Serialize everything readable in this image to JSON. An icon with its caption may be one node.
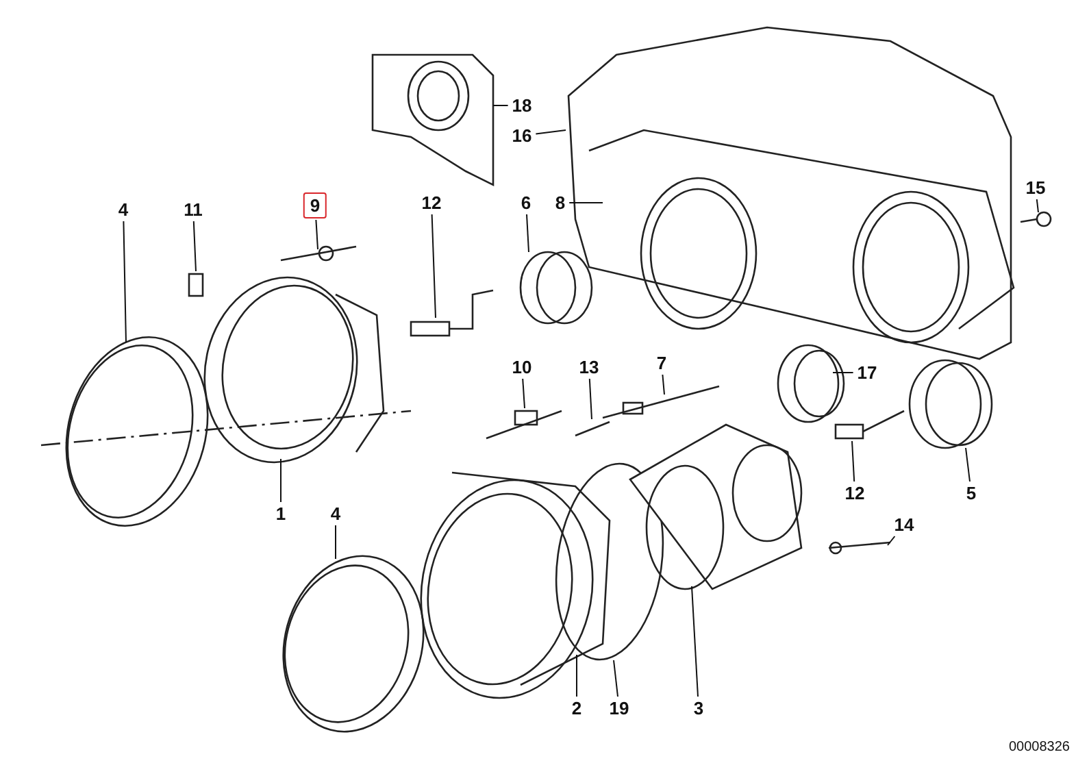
{
  "diagram": {
    "nodes": [
      {
        "text": [
          "18"
        ]
      },
      {
        "text": [
          "16"
        ]
      },
      {
        "text": [
          "15"
        ]
      },
      {
        "text": [
          "4"
        ]
      },
      {
        "text": [
          "11"
        ]
      },
      {
        "text": [
          "9"
        ]
      },
      {
        "text": [
          "12"
        ]
      },
      {
        "text": [
          "6"
        ]
      },
      {
        "text": [
          "8"
        ]
      },
      {
        "text": [
          "7"
        ]
      },
      {
        "text": [
          "10"
        ]
      },
      {
        "text": [
          "13"
        ]
      },
      {
        "text": [
          "17"
        ]
      },
      {
        "text": [
          "12"
        ]
      },
      {
        "text": [
          "5"
        ]
      },
      {
        "text": [
          "1"
        ]
      },
      {
        "text": [
          "4"
        ]
      },
      {
        "text": [
          "14"
        ]
      },
      {
        "text": [
          "2"
        ]
      },
      {
        "text": [
          "19"
        ]
      },
      {
        "text": [
          "3"
        ]
      }
    ],
    "edges": [
      {
        "from": 0,
        "to": null,
        "arrow": "none"
      },
      {
        "from": 1,
        "to": null,
        "arrow": "none"
      },
      {
        "from": 2,
        "to": null,
        "arrow": "none"
      },
      {
        "from": 3,
        "to": null,
        "arrow": "none"
      },
      {
        "from": 4,
        "to": null,
        "arrow": "none"
      },
      {
        "from": 5,
        "to": null,
        "arrow": "none"
      },
      {
        "from": 6,
        "to": null,
        "arrow": "none"
      },
      {
        "from": 7,
        "to": null,
        "arrow": "none"
      },
      {
        "from": 8,
        "to": null,
        "arrow": "none"
      },
      {
        "from": 9,
        "to": null,
        "arrow": "none"
      },
      {
        "from": 10,
        "to": null,
        "arrow": "none"
      },
      {
        "from": 11,
        "to": null,
        "arrow": "none"
      },
      {
        "from": 12,
        "to": null,
        "arrow": "none"
      },
      {
        "from": 13,
        "to": null,
        "arrow": "none"
      },
      {
        "from": 14,
        "to": null,
        "arrow": "none"
      },
      {
        "from": 15,
        "to": null,
        "arrow": "none"
      },
      {
        "from": 16,
        "to": null,
        "arrow": "none"
      },
      {
        "from": 17,
        "to": null,
        "arrow": "none"
      },
      {
        "from": 18,
        "to": null,
        "arrow": "none"
      },
      {
        "from": 19,
        "to": null,
        "arrow": "none"
      },
      {
        "from": 20,
        "to": null,
        "arrow": "none"
      }
    ],
    "labels": [
      "00008326"
    ]
  }
}
